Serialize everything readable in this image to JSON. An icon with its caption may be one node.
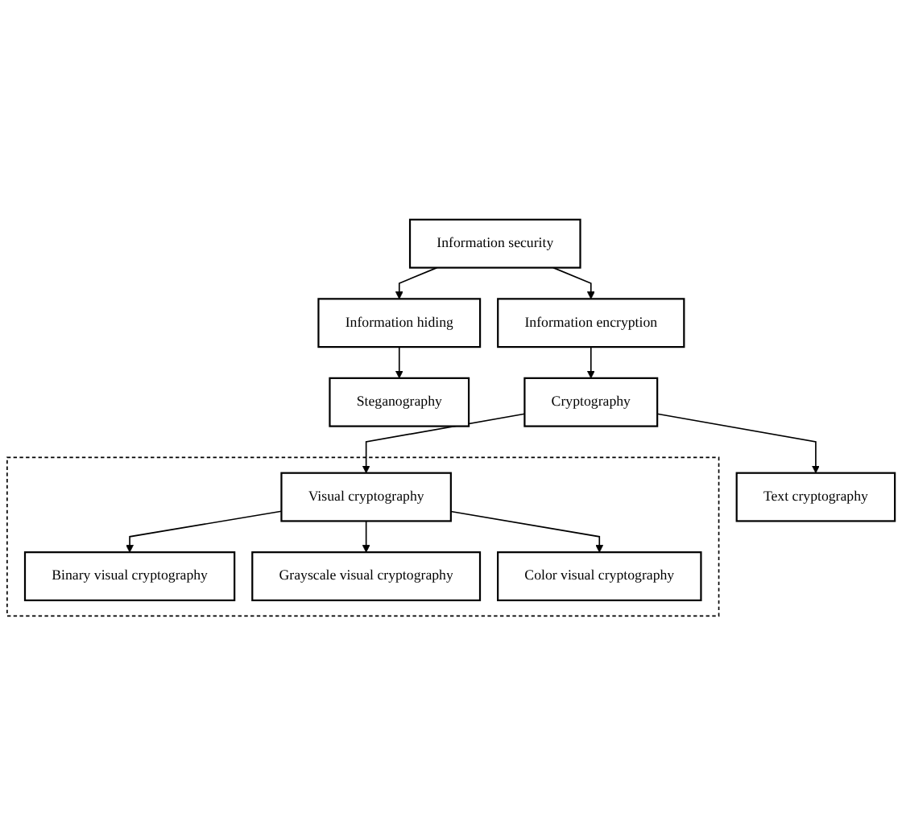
{
  "diagram": {
    "nodes": [
      {
        "text": [
          "Information security"
        ]
      },
      {
        "text": [
          "Information hiding"
        ]
      },
      {
        "text": [
          "Information encryption"
        ]
      },
      {
        "text": [
          "Steganography"
        ]
      },
      {
        "text": [
          "Cryptography"
        ]
      },
      {
        "text": [],
        "shape": "box"
      },
      {
        "text": [
          "Visual cryptography"
        ],
        "in": 5
      },
      {
        "text": [
          "Binary visual cryptography"
        ],
        "in": 5
      },
      {
        "text": [
          "Grayscale visual cryptography"
        ],
        "in": 5
      },
      {
        "text": [
          "Color visual cryptography"
        ],
        "in": 5
      },
      {
        "text": [
          "Text cryptography"
        ]
      }
    ],
    "edges": [
      {
        "from": 0,
        "to": 1,
        "arrow": "to"
      },
      {
        "from": 0,
        "to": 2,
        "arrow": "to"
      },
      {
        "from": 1,
        "to": 3,
        "arrow": "to"
      },
      {
        "from": 2,
        "to": 4,
        "arrow": "to"
      },
      {
        "from": 4,
        "to": 6,
        "arrow": "to"
      },
      {
        "from": 4,
        "to": 10,
        "arrow": "to"
      },
      {
        "from": 6,
        "to": 7,
        "arrow": "to"
      },
      {
        "from": 6,
        "to": 8,
        "arrow": "to"
      },
      {
        "from": 6,
        "to": 9,
        "arrow": "to"
      }
    ]
  }
}
